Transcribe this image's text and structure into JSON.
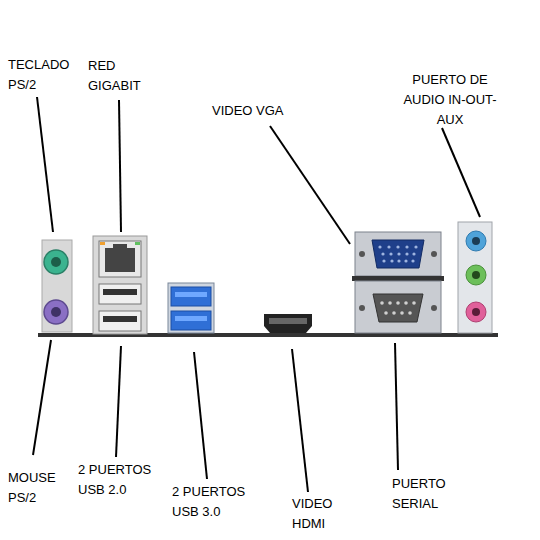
{
  "diagram": {
    "labels": [
      "TECLADO PS/2",
      "RED GIGABIT",
      "PUERTO DE AUDIO IN-OUT-AUX",
      "VIDEO VGA",
      "MOUSE PS/2",
      "2 PUERTOS USB 2.0",
      "2 PUERTOS USB 3.0",
      "VIDEO HDMI",
      "PUERTO SERIAL"
    ]
  }
}
